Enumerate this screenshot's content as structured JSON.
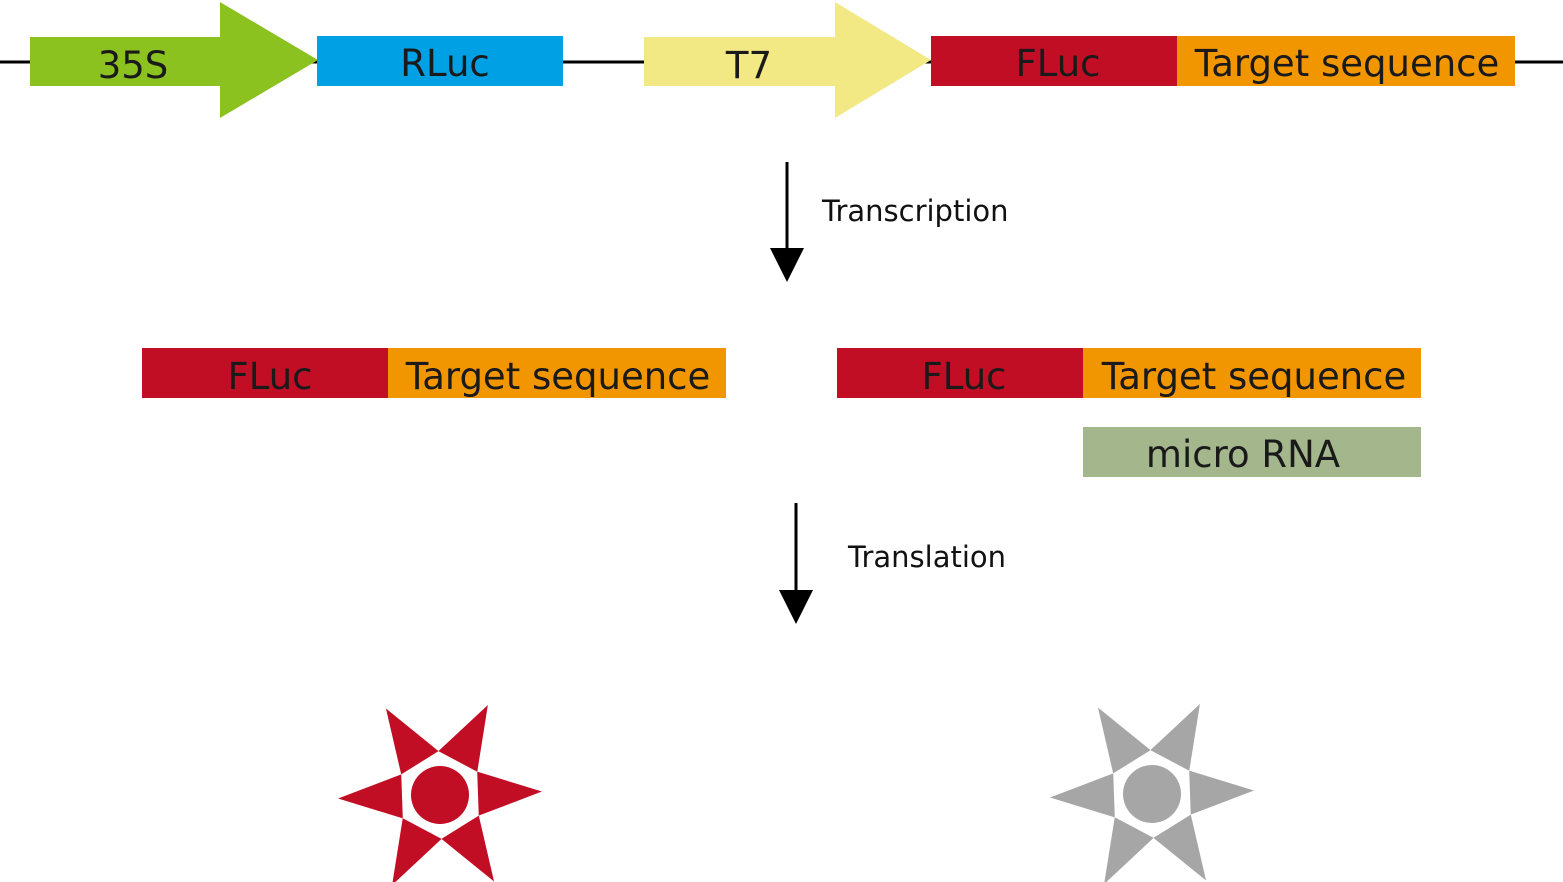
{
  "construct": {
    "promoter_35s": {
      "label": "35S",
      "color": "#8cc21f"
    },
    "rluc": {
      "label": "RLuc",
      "color": "#00a0e4"
    },
    "promoter_t7": {
      "label": "T7",
      "color": "#f2e884"
    },
    "fluc": {
      "label": "FLuc",
      "color": "#c20e25"
    },
    "target": {
      "label": "Target sequence",
      "color": "#f29600"
    }
  },
  "step1": {
    "label": "Transcription"
  },
  "transcript_left": {
    "fluc_label": "FLuc",
    "target_label": "Target sequence"
  },
  "transcript_right": {
    "fluc_label": "FLuc",
    "target_label": "Target sequence",
    "mirna_label": "micro RNA",
    "mirna_color": "#a3b68c"
  },
  "step2": {
    "label": "Translation"
  },
  "outcomes": {
    "active_color": "#c20e25",
    "inactive_color": "#a6a6a6",
    "active_icon": "light-burst-icon",
    "inactive_icon": "light-burst-icon"
  }
}
